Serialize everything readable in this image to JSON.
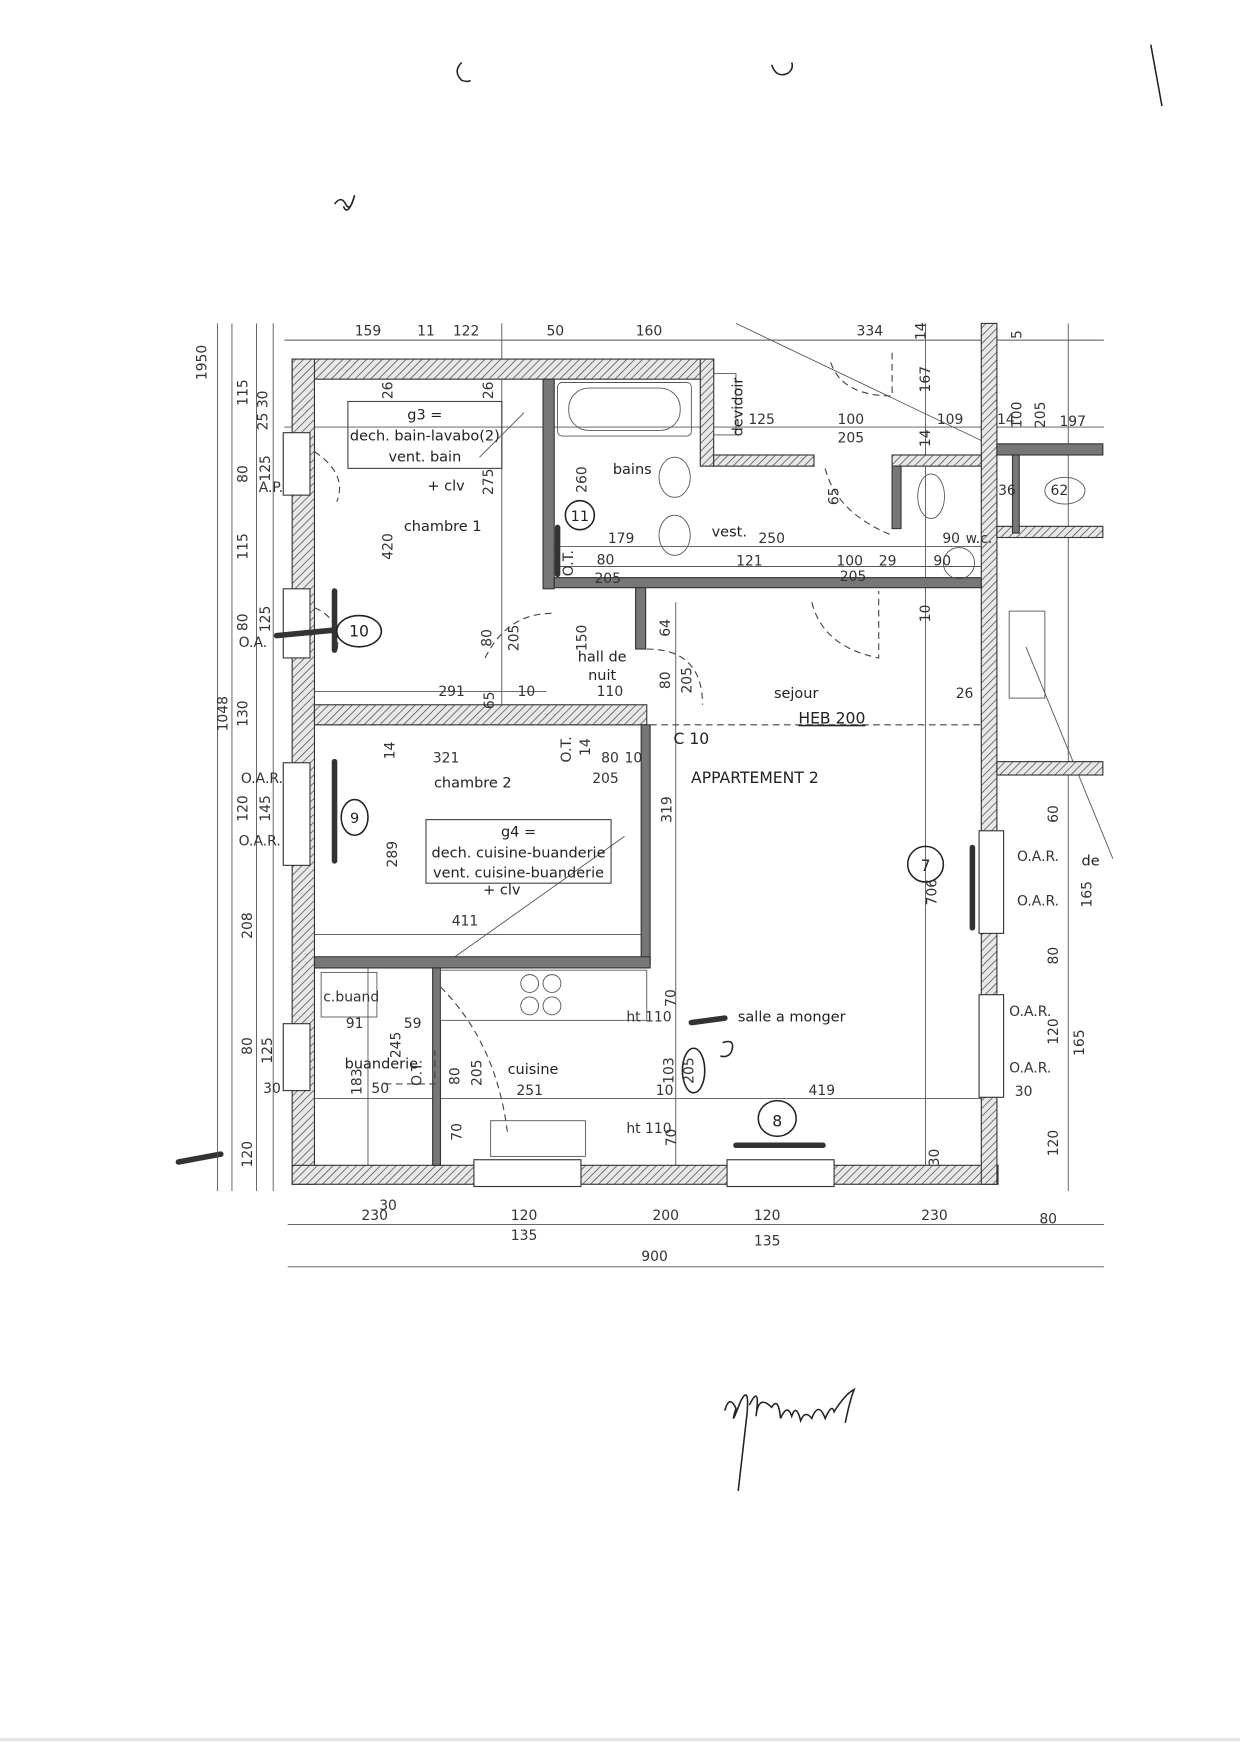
{
  "plan": {
    "title": "APPARTEMENT 2",
    "beam": "HEB 200",
    "column": "C 10"
  },
  "rooms": {
    "chambre1": "chambre 1",
    "chambre2": "chambre 2",
    "bains": "bains",
    "hall1": "hall de",
    "hall2": "nuit",
    "vest": "vest.",
    "wc": "w.c.",
    "devidoir": "devidoir",
    "sejour": "sejour",
    "salle": "salle a monger",
    "cuisine": "cuisine",
    "buanderie": "buanderie",
    "cbuand": "c.buand",
    "de": "de"
  },
  "notes": {
    "g3": [
      "g3 =",
      "dech. bain-lavabo(2)",
      "vent. bain",
      "+ clv"
    ],
    "g4": [
      "g4 =",
      "dech. cuisine-buanderie",
      "vent. cuisine-buanderie",
      "+ clv"
    ]
  },
  "circled": [
    "10",
    "11",
    "9",
    "7",
    "8",
    "205"
  ],
  "dims_top": [
    "159",
    "11",
    "122",
    "50",
    "160",
    "334",
    "14",
    "5"
  ],
  "dims_left": [
    "1950",
    "115",
    "25 30",
    "80",
    "125",
    "A.P.",
    "115",
    "80",
    "125",
    "O.A.",
    "130",
    "1048",
    "O.A.R.",
    "120",
    "145",
    "O.A.R.",
    "208",
    "80",
    "125",
    "30",
    "120"
  ],
  "dims_inner": [
    "26",
    "26",
    "275",
    "420",
    "260",
    "179",
    "80",
    "205",
    "O.T.",
    "291",
    "65",
    "10",
    "80",
    "205",
    "150",
    "110",
    "64",
    "80",
    "205",
    "125",
    "100",
    "205",
    "109",
    "14",
    "100",
    "205",
    "197",
    "14",
    "65",
    "250",
    "121",
    "100",
    "29",
    "205",
    "90",
    "90",
    "36",
    "62",
    "10",
    "26",
    "14",
    "321",
    "O.T.",
    "14",
    "80",
    "10",
    "205",
    "289",
    "411",
    "319",
    "706",
    "O.A.R.",
    "O.A.R.",
    "165",
    "60",
    "80",
    "91",
    "59",
    "245",
    "183",
    "50",
    "O.T.",
    "80",
    "205",
    "251",
    "70",
    "ht 110",
    "103",
    "10",
    "419",
    "ht 110",
    "70",
    "70",
    "30",
    "O.A.R.",
    "120",
    "165",
    "O.A.R.",
    "30",
    "120",
    "167"
  ],
  "dims_bottom": [
    "230",
    "30",
    "120",
    "135",
    "200",
    "120",
    "135",
    "230",
    "80",
    "900"
  ]
}
